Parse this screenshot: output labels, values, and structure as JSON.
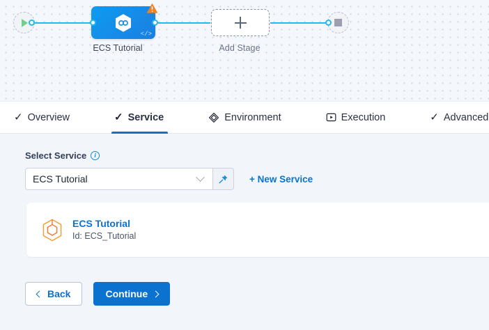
{
  "canvas": {
    "start_node": {
      "name": "start-node",
      "icon": "play-icon"
    },
    "end_node": {
      "name": "end-node",
      "icon": "stop-icon"
    },
    "stage": {
      "label": "ECS Tutorial",
      "service_icon": "service-hexagon-icon",
      "warning_icon": "warning-triangle-icon",
      "code_icon": "code-brackets-icon",
      "code_glyph": "</>"
    },
    "add_stage": {
      "label": "Add Stage",
      "icon": "plus-icon"
    }
  },
  "tabs": [
    {
      "label": "Overview",
      "icon": "check-icon",
      "active": false
    },
    {
      "label": "Service",
      "icon": "check-icon",
      "active": true
    },
    {
      "label": "Environment",
      "icon": "layers-icon",
      "active": false
    },
    {
      "label": "Execution",
      "icon": "play-box-icon",
      "active": false
    },
    {
      "label": "Advanced",
      "icon": "check-icon",
      "active": false
    }
  ],
  "form": {
    "select_service": {
      "label": "Select Service",
      "info_icon": "info-icon",
      "info_glyph": "i",
      "value": "ECS Tutorial",
      "chevron_icon": "chevron-down-icon",
      "pin_icon": "pin-icon"
    },
    "new_service_link": "+ New Service"
  },
  "service_card": {
    "icon": "service-cube-icon",
    "title": "ECS Tutorial",
    "subtitle": "Id: ECS_Tutorial"
  },
  "footer": {
    "back_label": "Back",
    "continue_label": "Continue",
    "back_icon": "chevron-left-icon",
    "continue_icon": "chevron-right-icon"
  },
  "colors": {
    "accent_blue": "#0b72d0",
    "wire_blue": "#22b8f1",
    "warning_orange": "#f4811f",
    "start_green": "#6fd08c",
    "canvas_bg": "#f4f8fc",
    "form_bg": "#f2f6fb"
  }
}
